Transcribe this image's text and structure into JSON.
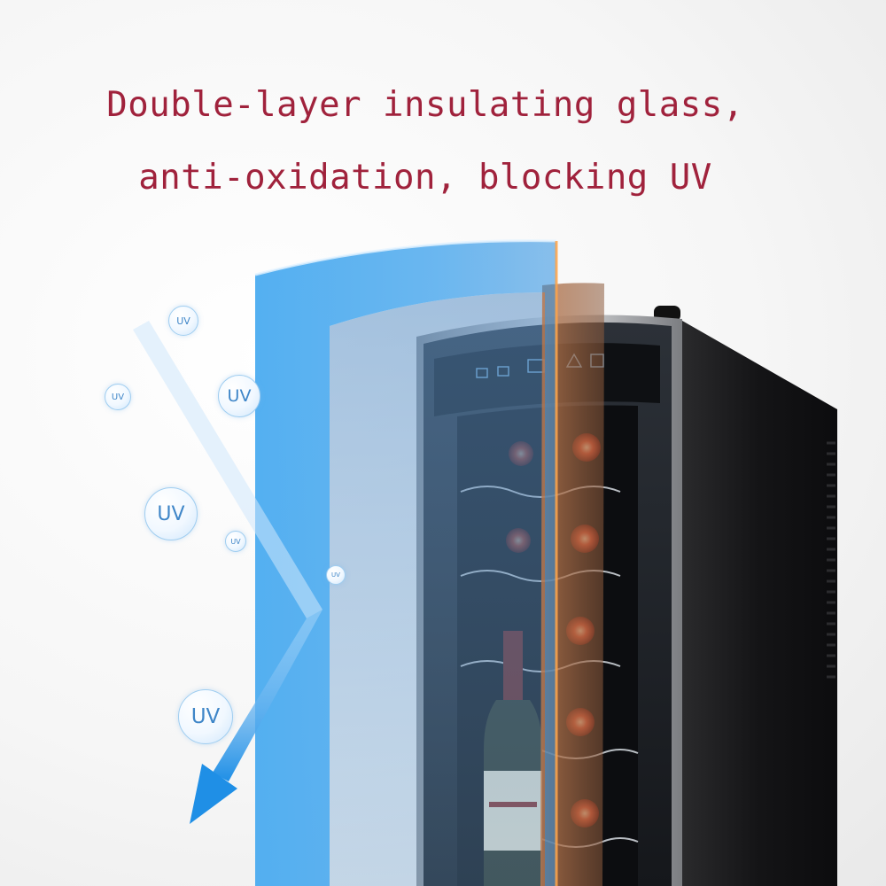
{
  "headline": {
    "line1": "Double-layer insulating glass,",
    "line2": "anti-oxidation, blocking UV"
  },
  "uv_bubbles": [
    "UV",
    "UV",
    "UV",
    "UV",
    "UV",
    "UV",
    "UV"
  ],
  "colors": {
    "headline": "#a0223c",
    "glass_outer": "#3aa3ee",
    "glass_inner_tint": "#b07a55",
    "uv_arrow": "#2f9ce8",
    "cabinet": "#1a1a1c"
  }
}
